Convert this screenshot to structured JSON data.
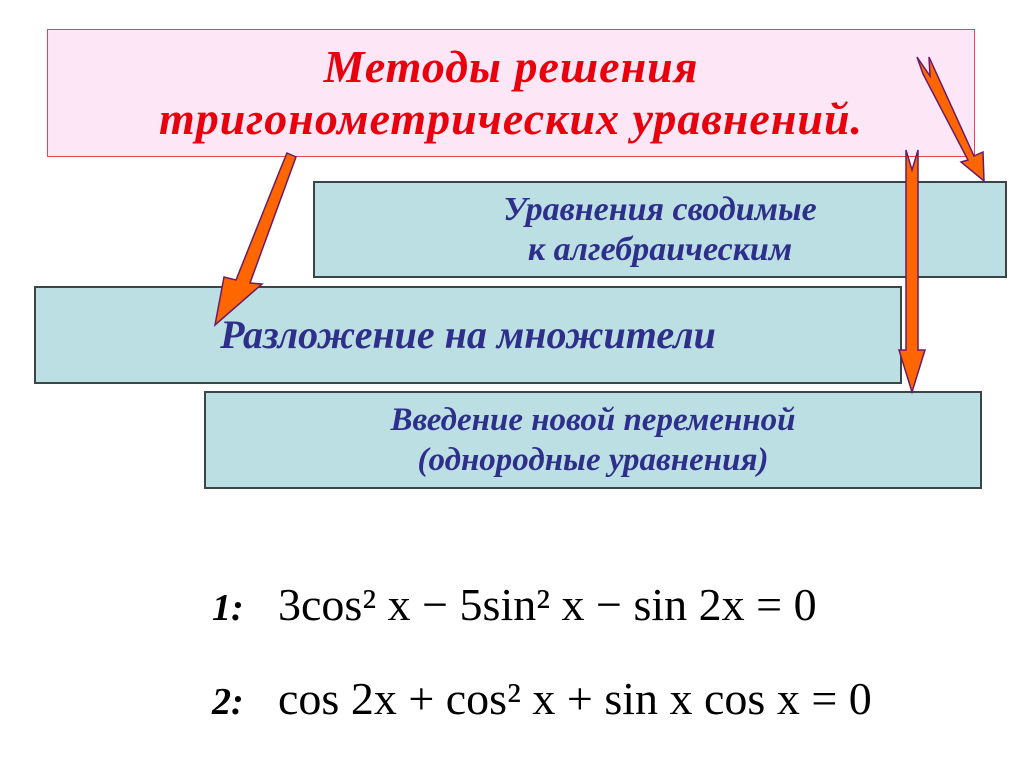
{
  "title": {
    "lines": [
      "Методы решения",
      "тригонометрических уравнений."
    ],
    "text_color": "#e8000c",
    "background": "#fde6f6"
  },
  "methods": [
    {
      "lines": [
        "Уравнения сводимые",
        "к алгебраическим"
      ]
    },
    {
      "lines": [
        "Разложение на множители"
      ]
    },
    {
      "lines": [
        "Введение новой переменной",
        "(однородные уравнения)"
      ]
    }
  ],
  "method_style": {
    "background": "#bcdfe4",
    "text_color": "#2e2f8a"
  },
  "arrows": {
    "fill": "#ff6600",
    "stroke": "#6a1a6a",
    "count": 3
  },
  "equations": [
    {
      "label": "1:",
      "formula": "3cos² x − 5sin² x − sin 2x = 0"
    },
    {
      "label": "2:",
      "formula": "cos 2x + cos² x + sin x cos x = 0"
    }
  ]
}
